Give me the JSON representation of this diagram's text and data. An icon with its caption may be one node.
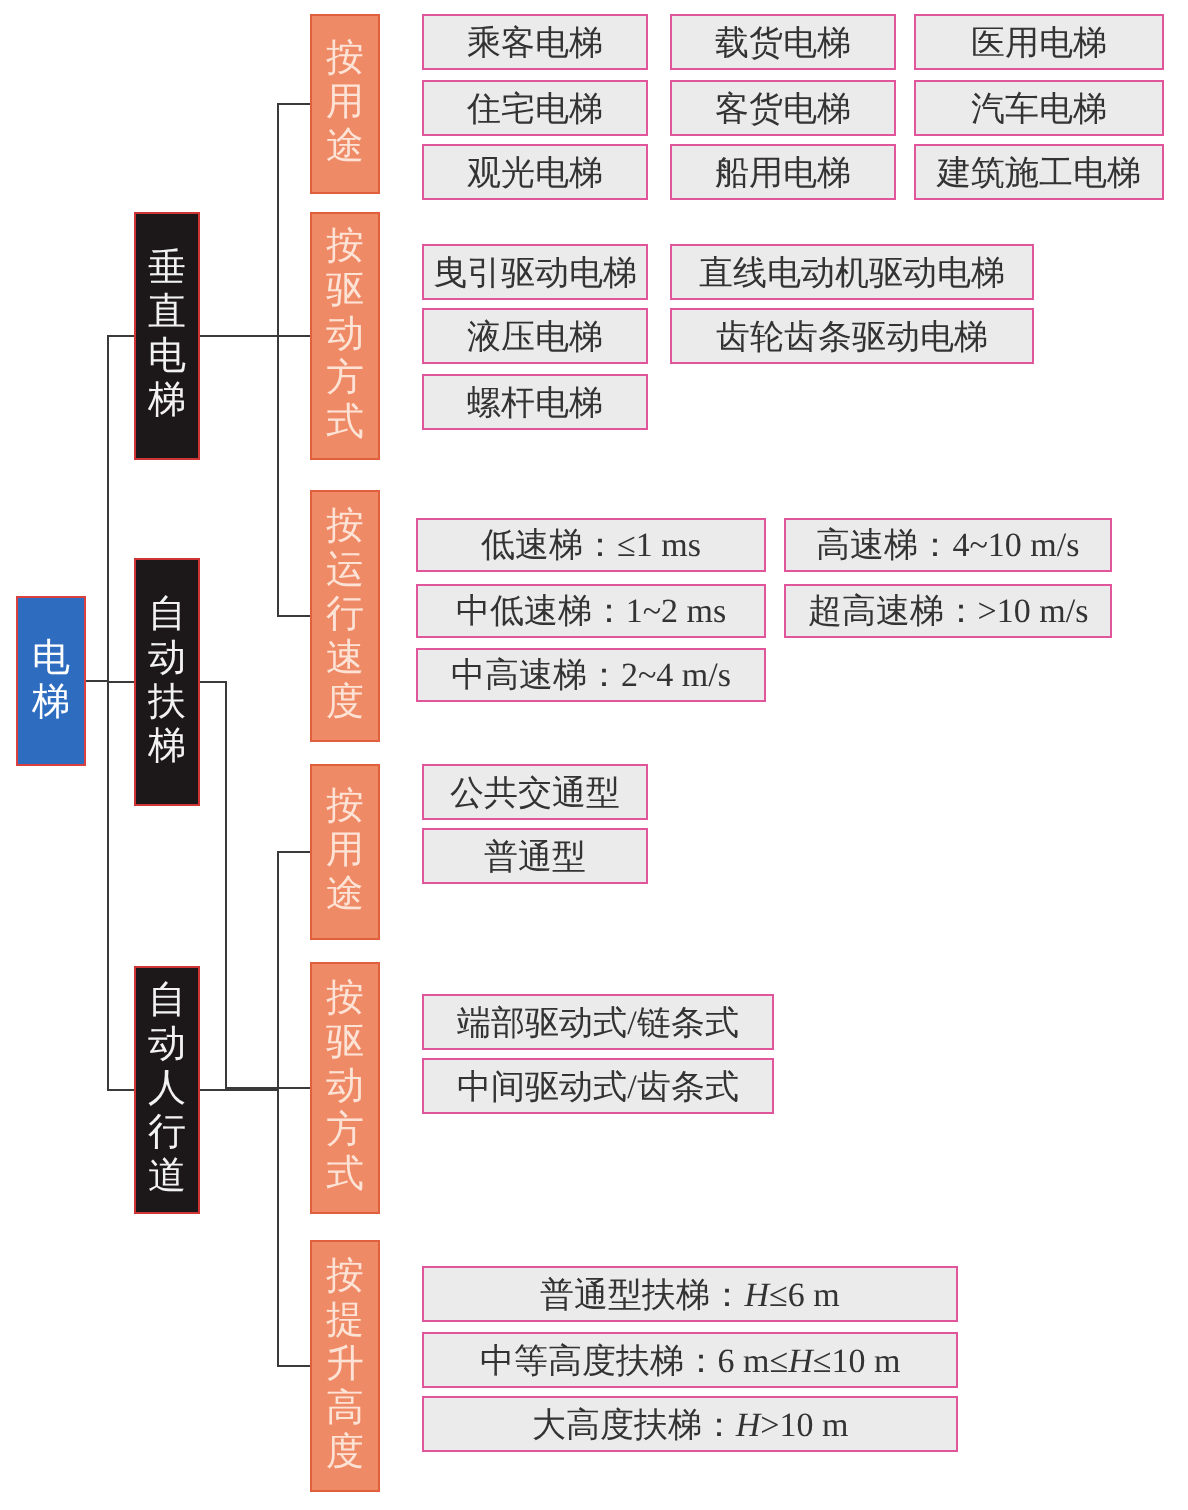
{
  "diagram": {
    "nodes": [
      {
        "text": [
          "电梯"
        ]
      },
      {
        "text": [
          "垂直电梯"
        ]
      },
      {
        "text": [
          "自动扶梯"
        ]
      },
      {
        "text": [
          "自动人行道"
        ]
      },
      {
        "text": [
          "按用途"
        ]
      },
      {
        "text": [
          "乘客电梯"
        ]
      },
      {
        "text": [
          "载货电梯"
        ]
      },
      {
        "text": [
          "医用电梯"
        ]
      },
      {
        "text": [
          "住宅电梯"
        ]
      },
      {
        "text": [
          "客货电梯"
        ]
      },
      {
        "text": [
          "汽车电梯"
        ]
      },
      {
        "text": [
          "观光电梯"
        ]
      },
      {
        "text": [
          "船用电梯"
        ]
      },
      {
        "text": [
          "建筑施工电梯"
        ]
      },
      {
        "text": [
          "按驱动方式"
        ]
      },
      {
        "text": [
          "曳引驱动电梯"
        ]
      },
      {
        "text": [
          "直线电动机驱动电梯"
        ]
      },
      {
        "text": [
          "液压电梯"
        ]
      },
      {
        "text": [
          "齿轮齿条驱动电梯"
        ]
      },
      {
        "text": [
          "螺杆电梯"
        ]
      },
      {
        "text": [
          "按运行速度"
        ]
      },
      {
        "text": [
          "低速梯：≤1 ms"
        ]
      },
      {
        "text": [
          "高速梯：4~10 m/s"
        ]
      },
      {
        "text": [
          "中低速梯：1~2 ms"
        ]
      },
      {
        "text": [
          "超高速梯：>10 m/s"
        ]
      },
      {
        "text": [
          "中高速梯：2~4 m/s"
        ]
      },
      {
        "text": [
          "按用途"
        ]
      },
      {
        "text": [
          "公共交通型"
        ]
      },
      {
        "text": [
          "普通型"
        ]
      },
      {
        "text": [
          "按驱动方式"
        ]
      },
      {
        "text": [
          "端部驱动式/链条式"
        ]
      },
      {
        "text": [
          "中间驱动式/齿条式"
        ]
      },
      {
        "text": [
          "按提升高度"
        ]
      },
      {
        "text": [
          "普通型扶梯：*H*≤6 m"
        ]
      },
      {
        "text": [
          "中等高度扶梯：6 m≤*H*≤10 m"
        ]
      },
      {
        "text": [
          "大高度扶梯：*H*>10 m"
        ]
      }
    ],
    "edges": [
      {
        "from": 0,
        "to": 1,
        "arrow": "none"
      },
      {
        "from": 0,
        "to": 2,
        "arrow": "none"
      },
      {
        "from": 0,
        "to": 3,
        "arrow": "none"
      },
      {
        "from": 1,
        "to": 4,
        "arrow": "none"
      },
      {
        "from": 1,
        "to": 14,
        "arrow": "none"
      },
      {
        "from": 1,
        "to": 20,
        "arrow": "none"
      },
      {
        "from": 2,
        "to": 26,
        "arrow": "none"
      },
      {
        "from": 2,
        "to": 29,
        "arrow": "none"
      },
      {
        "from": 2,
        "to": 32,
        "arrow": "none"
      },
      {
        "from": 3,
        "to": 26,
        "arrow": "none"
      },
      {
        "from": 3,
        "to": 29,
        "arrow": "none"
      },
      {
        "from": 3,
        "to": 32,
        "arrow": "none"
      }
    ]
  }
}
